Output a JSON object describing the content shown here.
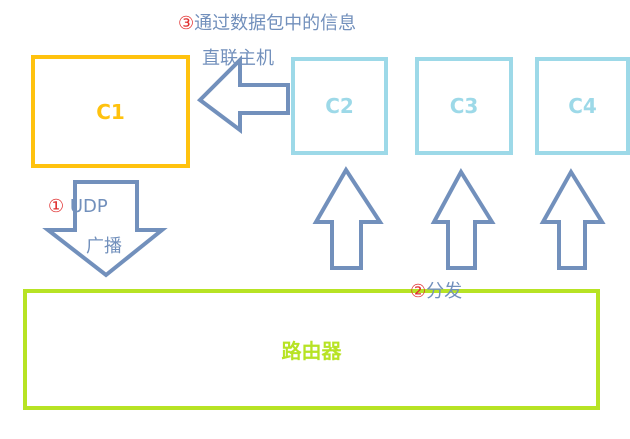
{
  "nodes": {
    "c1": "C1",
    "c2": "C2",
    "c3": "C3",
    "c4": "C4",
    "router": "路由器"
  },
  "labels": {
    "step1_marker": "①",
    "step1_line1": "UDP",
    "step1_line2": "广播",
    "step2_marker": "②",
    "step2_text": "分发",
    "step3_marker": "③",
    "step3_line1": "通过数据包中的信息",
    "step3_line2": "直联主机"
  },
  "colors": {
    "c1": "#FFC20E",
    "clients": "#9DD9E8",
    "router": "#B7E324",
    "arrow": "#7290BC",
    "marker": "#E03030"
  }
}
